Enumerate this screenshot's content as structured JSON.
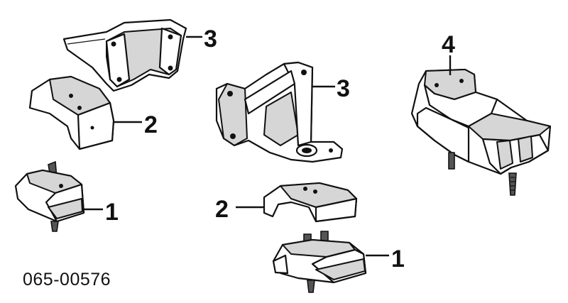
{
  "diagram": {
    "part_code": "065-00576",
    "callouts": {
      "left_bracket": "3",
      "left_pad": "2",
      "left_mount": "1",
      "center_bracket": "3",
      "center_pad": "2",
      "center_mount": "1",
      "transmission_mount": "4"
    }
  }
}
